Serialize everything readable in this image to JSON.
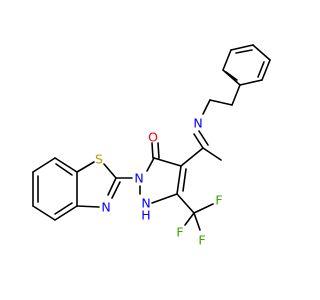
{
  "colors": {
    "bond": "#000000",
    "carbon": "#000000",
    "oxygen": "#ff0000",
    "nitrogen": "#0000ff",
    "sulfur": "#b8a000",
    "fluorine": "#3aa600"
  },
  "atoms": {
    "S": "S",
    "N_thiazole": "N",
    "N1_pyrazole": "N",
    "N2_pyrazole_H": "N",
    "H_on_N": "H",
    "O": "O",
    "N_imine": "N",
    "F_top": "F",
    "F_right": "F",
    "F_bottom": "F"
  }
}
